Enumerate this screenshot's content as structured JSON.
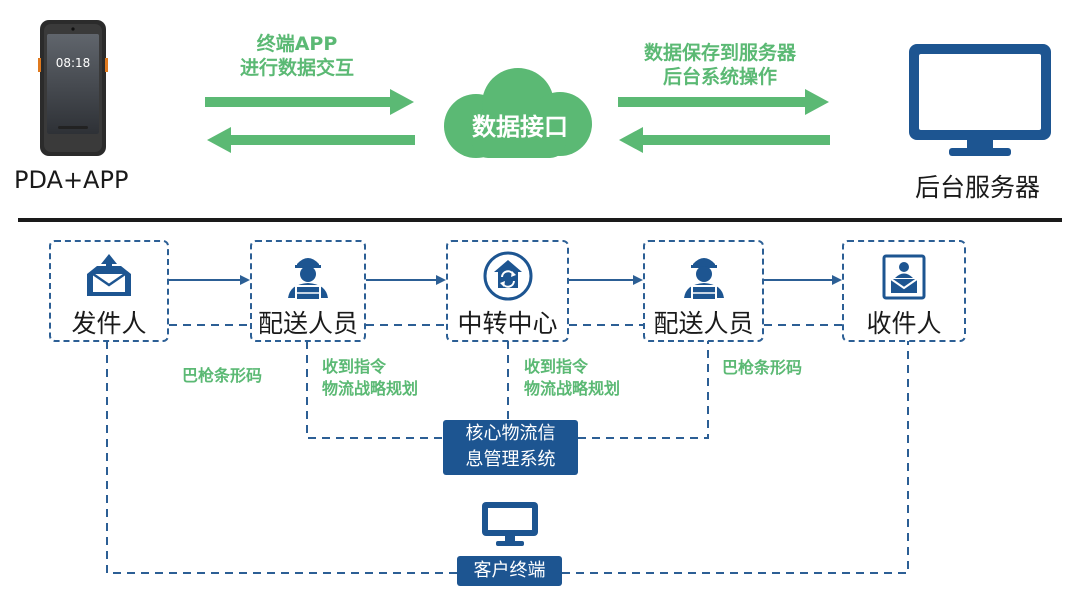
{
  "top": {
    "device_label": "PDA+APP",
    "device_time": "08:18",
    "left_flow_text_line1": "终端APP",
    "left_flow_text_line2": "进行数据交互",
    "cloud_label": "数据接口",
    "right_flow_text_line1": "数据保存到服务器",
    "right_flow_text_line2": "后台系统操作",
    "server_label": "后台服务器"
  },
  "flow": {
    "nodes": [
      {
        "label": "发件人",
        "icon": "outbox-tray-icon"
      },
      {
        "label": "配送人员",
        "icon": "courier-icon"
      },
      {
        "label": "中转中心",
        "icon": "transfer-house-icon"
      },
      {
        "label": "配送人员",
        "icon": "courier-icon"
      },
      {
        "label": "收件人",
        "icon": "recipient-mail-icon"
      }
    ],
    "annotations": {
      "scan_left": "巴枪条形码",
      "order_mid1_line1": "收到指令",
      "order_mid1_line2": "物流战略规划",
      "order_mid2_line1": "收到指令",
      "order_mid2_line2": "物流战略规划",
      "scan_right": "巴枪条形码"
    },
    "core_system_line1": "核心物流信",
    "core_system_line2": "息管理系统",
    "client_terminal": "客户终端"
  },
  "colors": {
    "green": "#5bb974",
    "navy": "#1d5591",
    "dashed": "#2c5f95",
    "divider": "#1a1a1a"
  }
}
